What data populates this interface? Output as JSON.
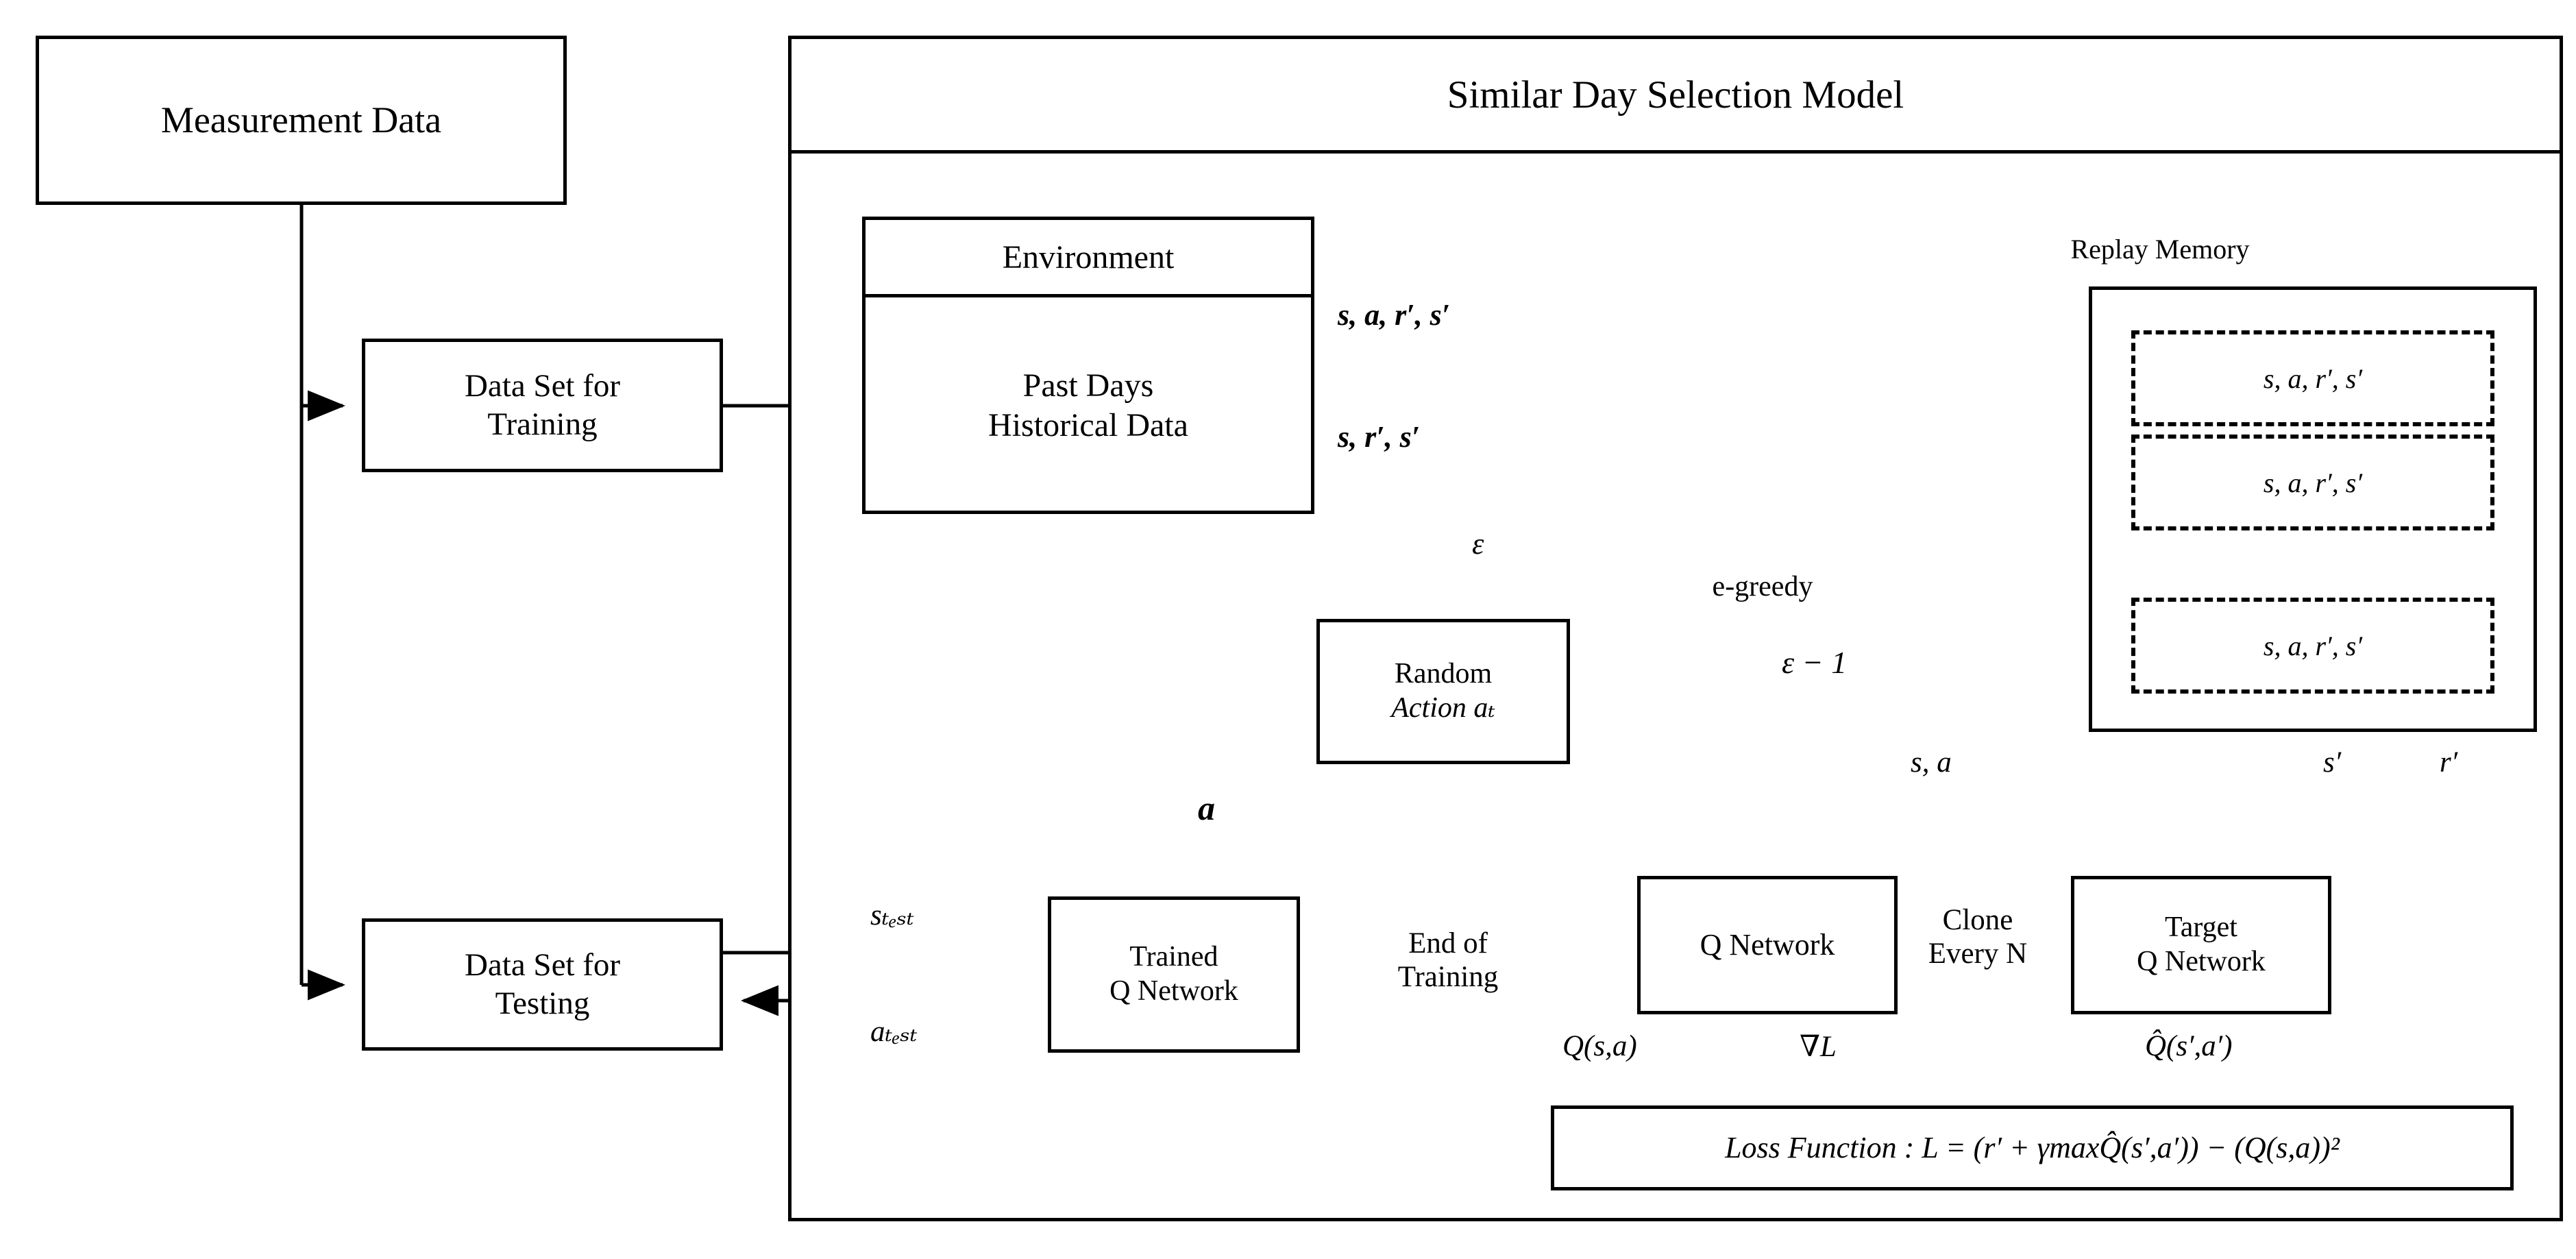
{
  "diagram": {
    "title": "Similar Day Selection Model",
    "left_column": {
      "measurement_data": "Measurement Data",
      "dataset_training_line1": "Data Set for",
      "dataset_training_line2": "Training",
      "dataset_testing_line1": "Data Set for",
      "dataset_testing_line2": "Testing"
    },
    "environment": {
      "title": "Environment",
      "body_line1": "Past Days",
      "body_line2": "Historical Data"
    },
    "replay_memory": {
      "label": "Replay Memory",
      "slots": [
        "s, a, r′, s′",
        "s, a, r′, s′",
        "s, a, r′, s′"
      ]
    },
    "decision": {
      "egreedy": "e-greedy",
      "branch_epsilon": "ε",
      "branch_epsilon_minus_one": "ε − 1"
    },
    "random_action": {
      "line1": "Random",
      "line2": "Action aₜ"
    },
    "networks": {
      "q_network": "Q Network",
      "target_q_network_line1": "Target",
      "target_q_network_line2": "Q Network",
      "trained_q_network_line1": "Trained",
      "trained_q_network_line2": "Q Network",
      "clone_line1": "Clone",
      "clone_line2": "Every N",
      "end_of_training_line1": "End of",
      "end_of_training_line2": "Training"
    },
    "loss": {
      "text": "Loss Function : L = (r′ + γmaxQ̂(s′,a′)) − (Q(s,a))²"
    },
    "edge_labels": {
      "sars_full": "s, a, r′, s′",
      "srs": "s, r′, s′",
      "action_a": "a",
      "s_a": "s, a",
      "s_prime": "s′",
      "r_prime": "r′",
      "s_test": "sₜₑₛₜ",
      "a_test": "aₜₑₛₜ",
      "q_s_a": "Q(s,a)",
      "grad_l": "∇L",
      "q_hat": "Q̂(s′,a′)"
    },
    "colors": {
      "stroke": "#000000",
      "background": "#ffffff"
    }
  }
}
